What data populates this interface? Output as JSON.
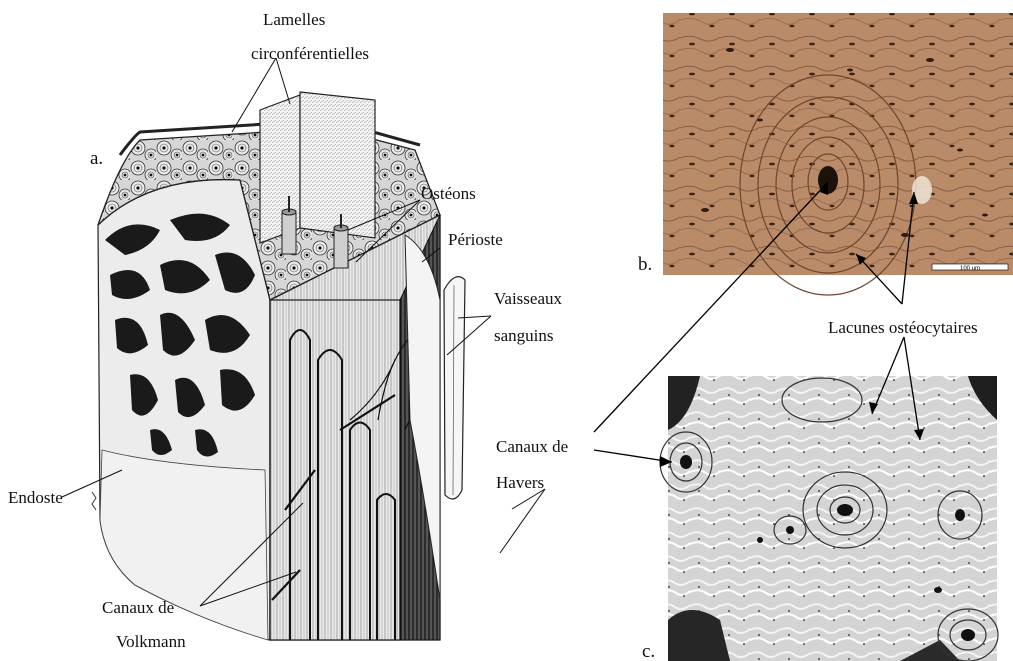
{
  "panels": {
    "a": "a.",
    "b": "b.",
    "c": "c."
  },
  "labels": {
    "lamelles_line1": "Lamelles",
    "lamelles_line2": "circonférentielles",
    "osteons": "Ostéons",
    "perioste": "Périoste",
    "vaisseaux_line1": "Vaisseaux",
    "vaisseaux_line2": "sanguins",
    "endoste": "Endoste",
    "volkmann_line1": "Canaux de",
    "volkmann_line2": "Volkmann",
    "havers_line1": "Canaux de",
    "havers_line2": "Havers",
    "lacunes": "Lacunes ostéocytaires"
  },
  "scale_bar": "100 um",
  "colors": {
    "micrograph_bg": "#b98b69",
    "micrograph_dark": "#5a3a24",
    "sem_bg": "#d9d9d9",
    "ink": "#111111"
  }
}
